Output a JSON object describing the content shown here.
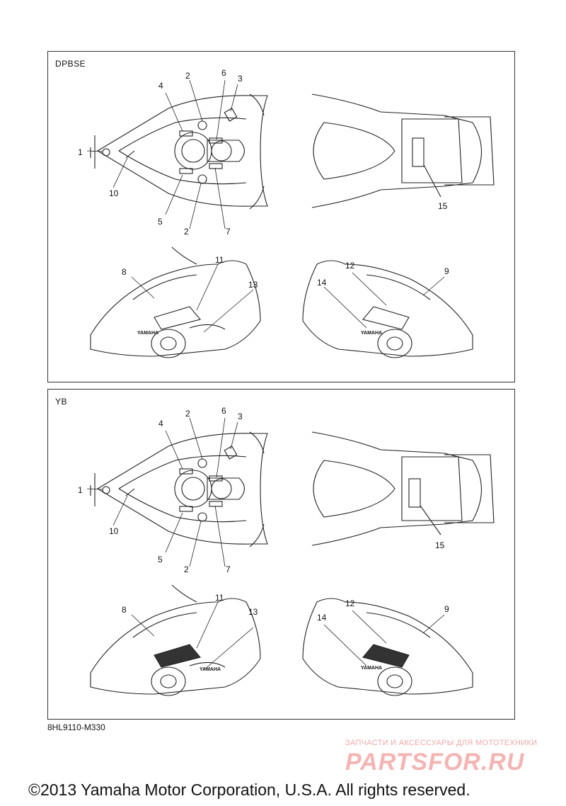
{
  "panels": [
    {
      "label": "DPBSE",
      "callouts": [
        "1",
        "2",
        "3",
        "4",
        "5",
        "2",
        "6",
        "7",
        "10",
        "15",
        "8",
        "11",
        "13",
        "14",
        "12",
        "9"
      ]
    },
    {
      "label": "YB",
      "callouts": [
        "1",
        "2",
        "3",
        "4",
        "5",
        "2",
        "6",
        "7",
        "10",
        "15",
        "8",
        "11",
        "13",
        "14",
        "12",
        "9"
      ]
    }
  ],
  "brand_decal_text": "YAMAHA",
  "document_code": "8HL9110-M330",
  "watermark": {
    "line1": "ЗАПЧАСТИ И АКСЕССУАРЫ ДЛЯ МОТОТЕХНИКИ",
    "line2": "PARTSFOR.RU"
  },
  "copyright": "©2013 Yamaha Motor Corporation, U.S.A. All rights reserved.",
  "colors": {
    "line": "#222222",
    "watermark": "#f0a8a8"
  }
}
